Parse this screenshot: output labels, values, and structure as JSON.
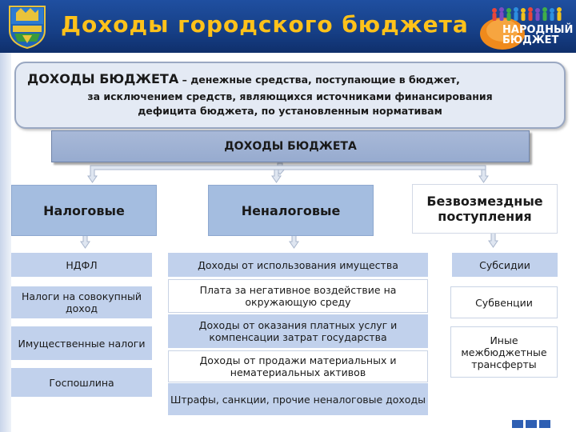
{
  "header": {
    "title": "Доходы городского бюджета",
    "logo_line1": "НАРОДНЫЙ",
    "logo_line2": "БЮДЖЕТ"
  },
  "definition": {
    "term": "ДОХОДЫ БЮДЖЕТА",
    "rest_line1": " – денежные средства, поступающие в бюджет,",
    "line2": "за исключением средств, являющихся источниками финансирования",
    "line3": "дефицита бюджета, по установленным нормативам"
  },
  "main_box": {
    "label": "ДОХОДЫ БЮДЖЕТА"
  },
  "categories": [
    {
      "label": "Налоговые",
      "items": [
        "НДФЛ",
        "Налоги на совокупный доход",
        "Имущественные налоги",
        "Госпошлина"
      ]
    },
    {
      "label": "Неналоговые",
      "items": [
        "Доходы от использования имущества",
        "Плата за негативное воздействие на окружающую среду",
        "Доходы от оказания платных услуг и компенсации затрат государства",
        "Доходы от продажи материальных и нематериальных активов",
        "Штрафы, санкции, прочие неналоговые доходы"
      ]
    },
    {
      "label": "Безвозмездные поступления",
      "items": [
        "Субсидии",
        "Субвенции",
        "Иные межбюджетные трансферты"
      ]
    }
  ],
  "colors": {
    "header_bg": "#1f4fa0",
    "title": "#ffc21a",
    "category_blue": "#a4bde0",
    "item_blue": "#c1d1ec"
  }
}
